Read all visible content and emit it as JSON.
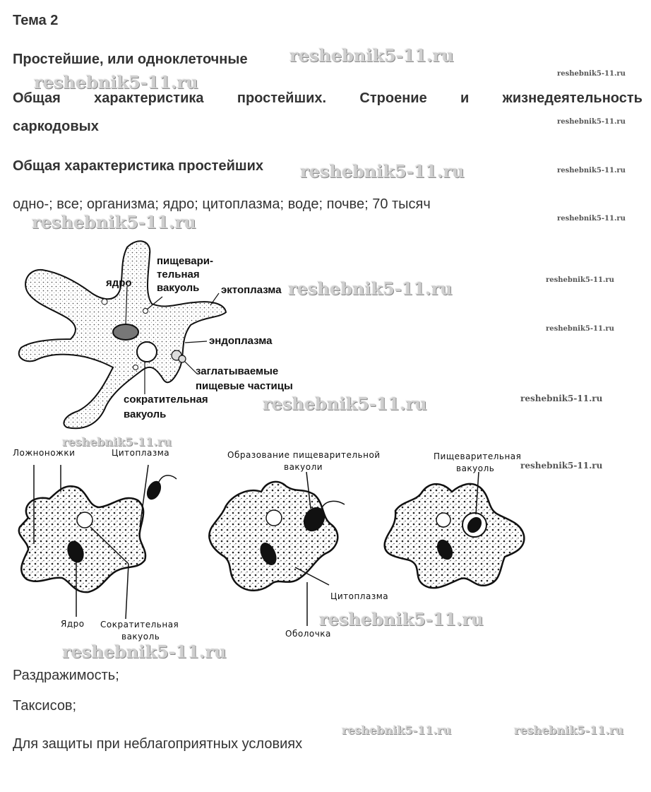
{
  "doc": {
    "topic": "Тема 2",
    "section_title": "Простейшие, или одноклеточные",
    "subtitle_words": [
      "Общая",
      "характеристика",
      "простейших.",
      "Строение",
      "и",
      "жизнедеятельность"
    ],
    "subtitle_line2": "саркодовых",
    "subsection_title": "Общая характеристика простейших",
    "answer_line": "одно-; все; организма; ядро; цитоплазма; воде; почве; 70 тысяч",
    "answer_1": "Раздражимость;",
    "answer_2": "Таксисов;",
    "answer_3": "Для защиты при неблагоприятных условиях"
  },
  "watermark": "reshebnik5-11.ru",
  "figure1": {
    "labels": {
      "food_vacuole": "пищевари-\nтельная\nвакуоль",
      "food_vacuole_l1": "пищевари-",
      "food_vacuole_l2": "тельная",
      "food_vacuole_l3": "вакуоль",
      "nucleus": "ядро",
      "ectoplasm": "эктоплазма",
      "endoplasm": "эндоплазма",
      "engulfed_l1": "заглатываемые",
      "engulfed_l2": "пищевые частицы",
      "contractile_l1": "сократительная",
      "contractile_l2": "вакуоль"
    }
  },
  "figure2": {
    "labels": {
      "pseudopods": "Ложноножки",
      "cytoplasm_top": "Цитоплазма",
      "formation_l1": "Образование пищеварительной",
      "formation_l2": "вакуоли",
      "digestive_l1": "Пищеварительная",
      "digestive_l2": "вакуоль",
      "nucleus": "Ядро",
      "contractile_l1": "Сократительная",
      "contractile_l2": "вакуоль",
      "cytoplasm_mid": "Цитоплазма",
      "membrane": "Оболочка"
    }
  }
}
